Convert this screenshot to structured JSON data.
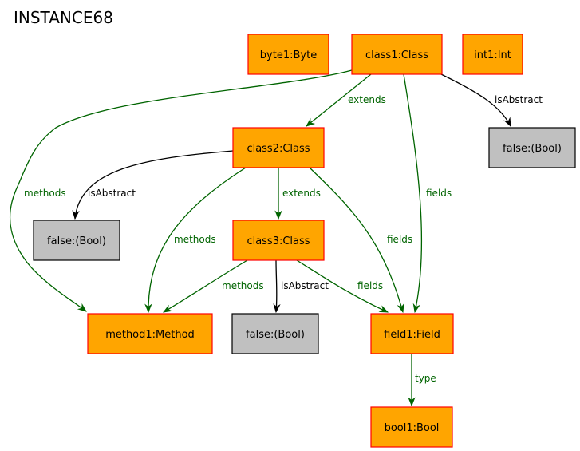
{
  "title": "INSTANCE68",
  "colors": {
    "object_fill": "#ffa500",
    "object_stroke": "#ff0000",
    "value_fill": "#c0c0c0",
    "value_stroke": "#000000",
    "green_edge": "#006400",
    "black_edge": "#000000"
  },
  "nodes": [
    {
      "id": "byte1",
      "label": "byte1:Byte",
      "kind": "object"
    },
    {
      "id": "class1",
      "label": "class1:Class",
      "kind": "object"
    },
    {
      "id": "int1",
      "label": "int1:Int",
      "kind": "object"
    },
    {
      "id": "false1",
      "label": "false:(Bool)",
      "kind": "value"
    },
    {
      "id": "class2",
      "label": "class2:Class",
      "kind": "object"
    },
    {
      "id": "false2",
      "label": "false:(Bool)",
      "kind": "value"
    },
    {
      "id": "class3",
      "label": "class3:Class",
      "kind": "object"
    },
    {
      "id": "method1",
      "label": "method1:Method",
      "kind": "object"
    },
    {
      "id": "false3",
      "label": "false:(Bool)",
      "kind": "value"
    },
    {
      "id": "field1",
      "label": "field1:Field",
      "kind": "object"
    },
    {
      "id": "bool1",
      "label": "bool1:Bool",
      "kind": "object"
    }
  ],
  "edges": [
    {
      "id": "e1",
      "from": "class1",
      "to": "class2",
      "label": "extends",
      "color": "green"
    },
    {
      "id": "e2",
      "from": "class1",
      "to": "false1",
      "label": "isAbstract",
      "color": "black"
    },
    {
      "id": "e3",
      "from": "class1",
      "to": "method1",
      "label": "methods",
      "color": "green"
    },
    {
      "id": "e4",
      "from": "class1",
      "to": "field1",
      "label": "fields",
      "color": "green"
    },
    {
      "id": "e5",
      "from": "class2",
      "to": "false2",
      "label": "isAbstract",
      "color": "black"
    },
    {
      "id": "e6",
      "from": "class2",
      "to": "class3",
      "label": "extends",
      "color": "green"
    },
    {
      "id": "e7",
      "from": "class2",
      "to": "method1",
      "label": "methods",
      "color": "green"
    },
    {
      "id": "e8",
      "from": "class2",
      "to": "field1",
      "label": "fields",
      "color": "green"
    },
    {
      "id": "e9",
      "from": "class3",
      "to": "method1",
      "label": "methods",
      "color": "green"
    },
    {
      "id": "e10",
      "from": "class3",
      "to": "false3",
      "label": "isAbstract",
      "color": "black"
    },
    {
      "id": "e11",
      "from": "class3",
      "to": "field1",
      "label": "fields",
      "color": "green"
    },
    {
      "id": "e12",
      "from": "field1",
      "to": "bool1",
      "label": "type",
      "color": "green"
    }
  ]
}
